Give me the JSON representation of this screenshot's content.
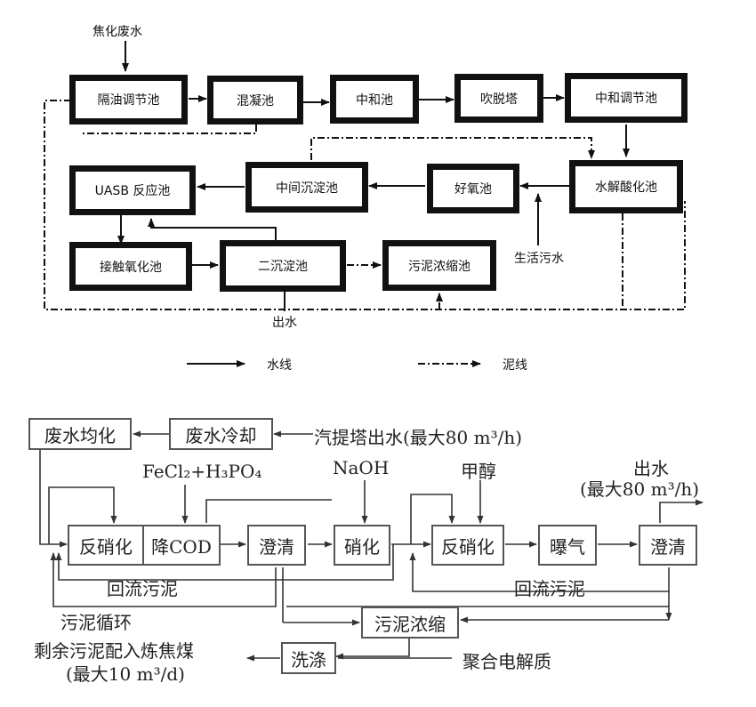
{
  "diagram1": {
    "boxes": {
      "b1": "隔油调节池",
      "b2": "混凝池",
      "b3": "中和池",
      "b4": "吹脱塔",
      "b5": "中和调节池",
      "b6": "水解酸化池",
      "b7": "好氧池",
      "b8": "中间沉淀池",
      "b9": "UASB 反应池",
      "b10": "接触氧化池",
      "b11": "二沉淀池",
      "b12": "污泥浓缩池"
    },
    "inputs": {
      "coking_wastewater": "焦化废水",
      "domestic_sewage": "生活污水"
    },
    "outlet": "出水",
    "legend": {
      "water_line": "水线",
      "sludge_line": "泥线"
    }
  },
  "diagram2": {
    "boxes": {
      "equalization": "废水均化",
      "cooling": "废水冷却",
      "denitrification1": "反硝化",
      "cod_reduction": "降COD",
      "clarify1": "澄清",
      "nitrification": "硝化",
      "denitrification2": "反硝化",
      "aeration": "曝气",
      "clarify2": "澄清",
      "sludge_thickening": "污泥浓缩",
      "washing": "洗涤"
    },
    "labels": {
      "stripper_outlet": "汽提塔出水(最大80 m³/h)",
      "fecl2_h3po4": "FeCl₂+H₃PO₄",
      "naoh": "NaOH",
      "methanol": "甲醇",
      "outlet_line1": "出水",
      "outlet_line2": "(最大80 m³/h)",
      "return_sludge_1": "回流污泥",
      "return_sludge_2": "回流污泥",
      "sludge_recycle": "污泥循环",
      "surplus_sludge_line1": "剩余污泥配入炼焦煤",
      "surplus_sludge_line2": "(最大10 m³/d)",
      "polyelectrolyte": "聚合电解质"
    }
  }
}
